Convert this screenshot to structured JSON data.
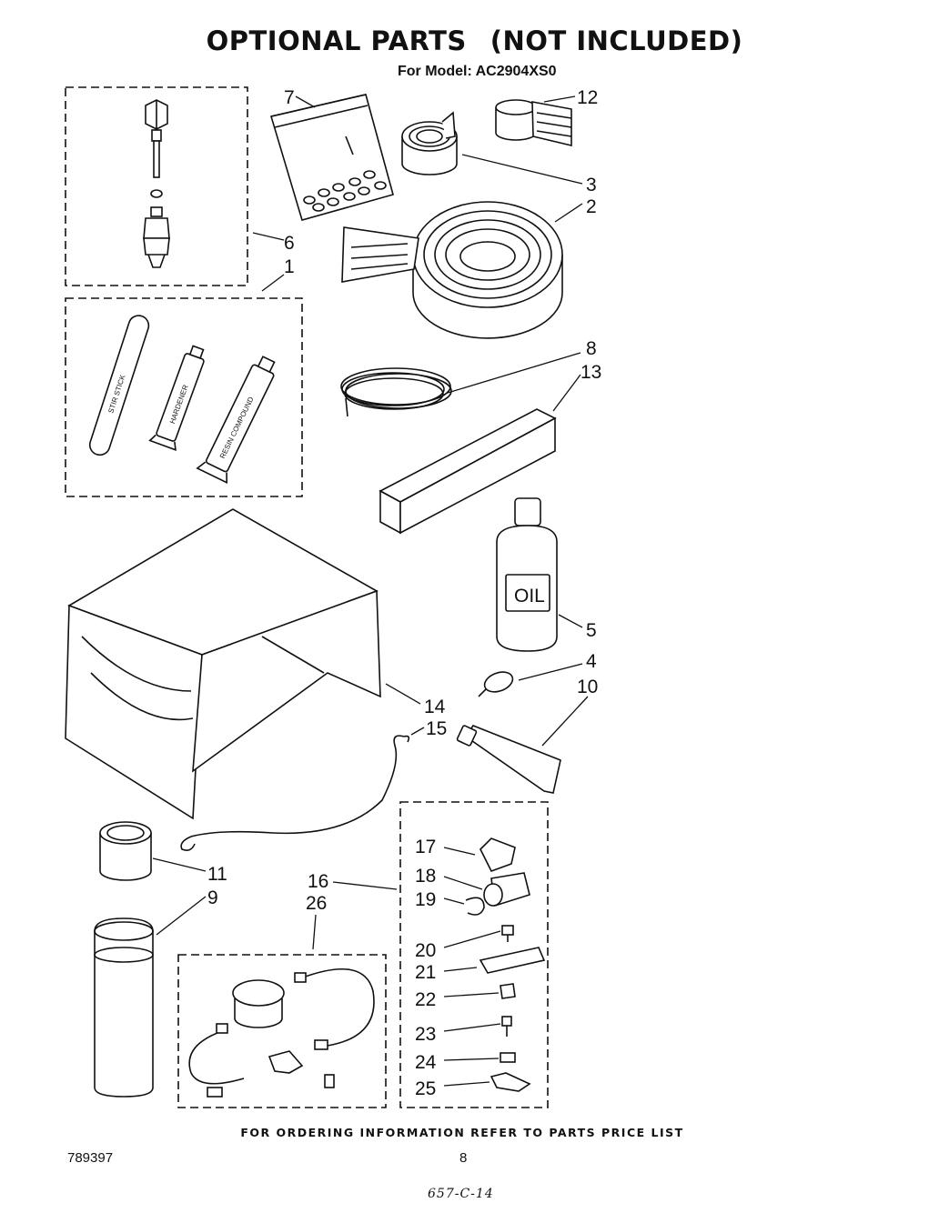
{
  "header": {
    "title_left": "OPTIONAL PARTS",
    "title_right": "(NOT INCLUDED)",
    "model_line": "For Model: AC2904XS0"
  },
  "callouts": {
    "c1": "1",
    "c2": "2",
    "c3": "3",
    "c4": "4",
    "c5": "5",
    "c6": "6",
    "c7": "7",
    "c8": "8",
    "c9": "9",
    "c10": "10",
    "c11": "11",
    "c12": "12",
    "c13": "13",
    "c14": "14",
    "c15": "15",
    "c16": "16",
    "c17": "17",
    "c18": "18",
    "c19": "19",
    "c20": "20",
    "c21": "21",
    "c22": "22",
    "c23": "23",
    "c24": "24",
    "c25": "25",
    "c26": "26"
  },
  "labels": {
    "stir_stick": "STIR STICK",
    "hardener": "HARDENER",
    "resin": "RESIN COMPOUND",
    "oil": "OIL"
  },
  "footer": {
    "ordering_note": "FOR ORDERING INFORMATION REFER TO PARTS PRICE LIST",
    "doc_number": "789397",
    "page_number": "8",
    "handwritten": "657-C-14"
  }
}
